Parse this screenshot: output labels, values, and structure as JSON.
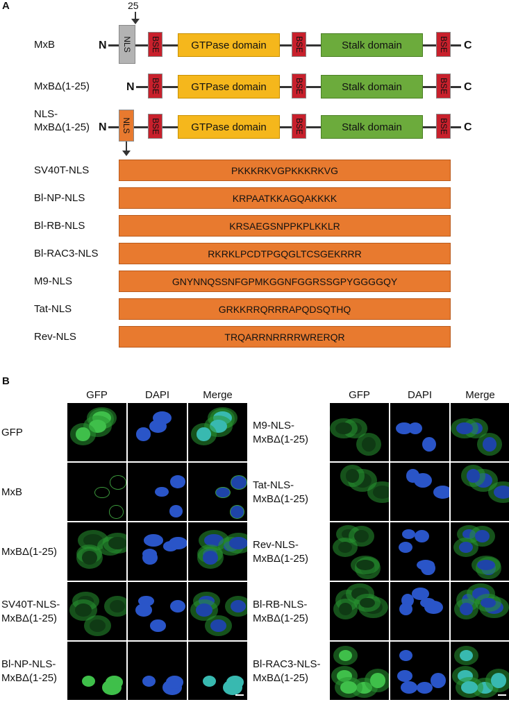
{
  "panel_a": {
    "letter": "A",
    "position_marker": "25",
    "constructs": [
      {
        "label": "MxB",
        "n": "N",
        "c": "C",
        "nls": "NLS",
        "bse": "BSE",
        "gtpase": "GTPase domain",
        "stalk": "Stalk domain"
      },
      {
        "label": "MxBΔ(1-25)",
        "n": "N",
        "c": "C",
        "bse": "BSE",
        "gtpase": "GTPase domain",
        "stalk": "Stalk domain"
      },
      {
        "label": "NLS-MxBΔ(1-25)",
        "label_line1": "NLS-",
        "label_line2": "MxBΔ(1-25)",
        "n": "N",
        "c": "C",
        "nls": "NLS",
        "bse": "BSE",
        "gtpase": "GTPase domain",
        "stalk": "Stalk domain"
      }
    ],
    "sequences": [
      {
        "name": "SV40T-NLS",
        "seq": "PKKKRKVGPKKKRKVG"
      },
      {
        "name": "Bl-NP-NLS",
        "seq": "KRPAATKKAGQAKKKK"
      },
      {
        "name": "Bl-RB-NLS",
        "seq": "KRSAEGSNPPKPLKKLR"
      },
      {
        "name": "Bl-RAC3-NLS",
        "seq": "RKRKLPCDTPGQGLTCSGEKRRR"
      },
      {
        "name": "M9-NLS",
        "seq": "GNYNNQSSNFGPMKGGNFGGRSSGPYGGGGQY"
      },
      {
        "name": "Tat-NLS",
        "seq": "GRKKRRQRRRAPQDSQTHQ"
      },
      {
        "name": "Rev-NLS",
        "seq": "TRQARRNRRRRWRERQR"
      }
    ],
    "colors": {
      "nls_gray": "#b3b3b3",
      "nls_orange": "#e87a2f",
      "bse": "#c8202c",
      "gtpase": "#f5b71c",
      "stalk": "#6cab3c"
    }
  },
  "panel_b": {
    "letter": "B",
    "columns": [
      "GFP",
      "DAPI",
      "Merge"
    ],
    "left_rows": [
      {
        "line1": "GFP",
        "line2": ""
      },
      {
        "line1": "MxB",
        "line2": ""
      },
      {
        "line1": "MxBΔ(1-25)",
        "line2": ""
      },
      {
        "line1": "SV40T-NLS-",
        "line2": "MxBΔ(1-25)"
      },
      {
        "line1": "Bl-NP-NLS-",
        "line2": "MxBΔ(1-25)"
      }
    ],
    "right_rows": [
      {
        "line1": "M9-NLS-",
        "line2": "MxBΔ(1-25)"
      },
      {
        "line1": "Tat-NLS-",
        "line2": "MxBΔ(1-25)"
      },
      {
        "line1": "Rev-NLS-",
        "line2": "MxBΔ(1-25)"
      },
      {
        "line1": "Bl-RB-NLS-",
        "line2": "MxBΔ(1-25)"
      },
      {
        "line1": "Bl-RAC3-NLS-",
        "line2": "MxBΔ(1-25)"
      }
    ]
  }
}
